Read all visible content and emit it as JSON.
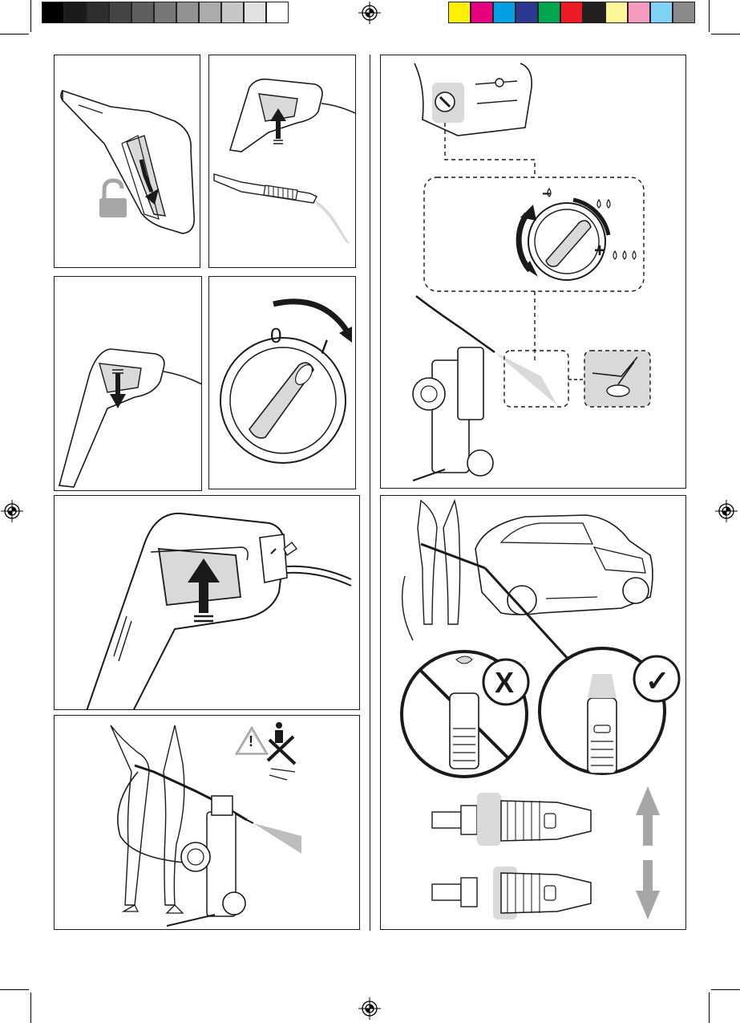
{
  "color_bar": {
    "grays": [
      "#000000",
      "#1b1b1b",
      "#2e2e2e",
      "#444444",
      "#5e5e5e",
      "#777777",
      "#929292",
      "#ababab",
      "#c6c6c6",
      "#e1e1e1",
      "#ffffff"
    ],
    "process": [
      "#ffef00",
      "#e6007e",
      "#00a0e3",
      "#2b3990",
      "#00a650",
      "#ed1c24",
      "#231f20",
      "#fff799",
      "#f49ac1",
      "#7fd2f3",
      "#8a8a8a"
    ]
  },
  "switch_panel": {
    "off_label": "0",
    "on_label": "I"
  },
  "pressure_dial": {
    "min_symbol": "−",
    "max_symbol": "+"
  },
  "nozzle_check": {
    "wrong_mark": "X",
    "right_mark": "✓"
  },
  "warning": {
    "symbol": "!"
  },
  "colors": {
    "outline": "#1a1a1a",
    "gray_fill": "#d9d9d9",
    "mid_gray": "#a6a6a6",
    "light_gray": "#bdbdbd"
  }
}
